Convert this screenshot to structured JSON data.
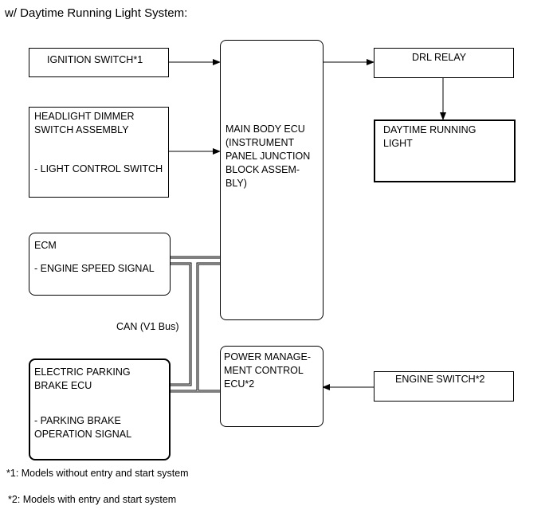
{
  "header": {
    "title": "w/ Daytime Running Light System:"
  },
  "boxes": {
    "ignition_switch": {
      "label": "IGNITION SWITCH*1"
    },
    "headlight_dimmer": {
      "line1": "HEADLIGHT DIMMER",
      "line2": "SWITCH ASSEMBLY",
      "line3": "- LIGHT CONTROL SWITCH"
    },
    "ecm": {
      "line1": "ECM",
      "line2": "- ENGINE SPEED SIGNAL"
    },
    "parking_brake_ecu": {
      "line1": "ELECTRIC PARKING",
      "line2": "BRAKE ECU",
      "line3": "- PARKING BRAKE",
      "line4": "OPERATION SIGNAL"
    },
    "main_body_ecu": {
      "line1": "MAIN BODY ECU",
      "line2": "(INSTRUMENT",
      "line3": "PANEL JUNCTION",
      "line4": "BLOCK ASSEM-",
      "line5": "BLY)"
    },
    "power_mgmt_ecu": {
      "line1": "POWER MANAGE-",
      "line2": "MENT CONTROL",
      "line3": "ECU*2"
    },
    "drl_relay": {
      "label": "DRL RELAY"
    },
    "daytime_running_light": {
      "line1": "DAYTIME RUNNING",
      "line2": "LIGHT"
    },
    "engine_switch": {
      "label": "ENGINE SWITCH*2"
    }
  },
  "bus": {
    "label": "CAN (V1 Bus)"
  },
  "footnotes": {
    "note1": "*1: Models without entry and start system",
    "note2": "*2: Models with entry and start system"
  }
}
